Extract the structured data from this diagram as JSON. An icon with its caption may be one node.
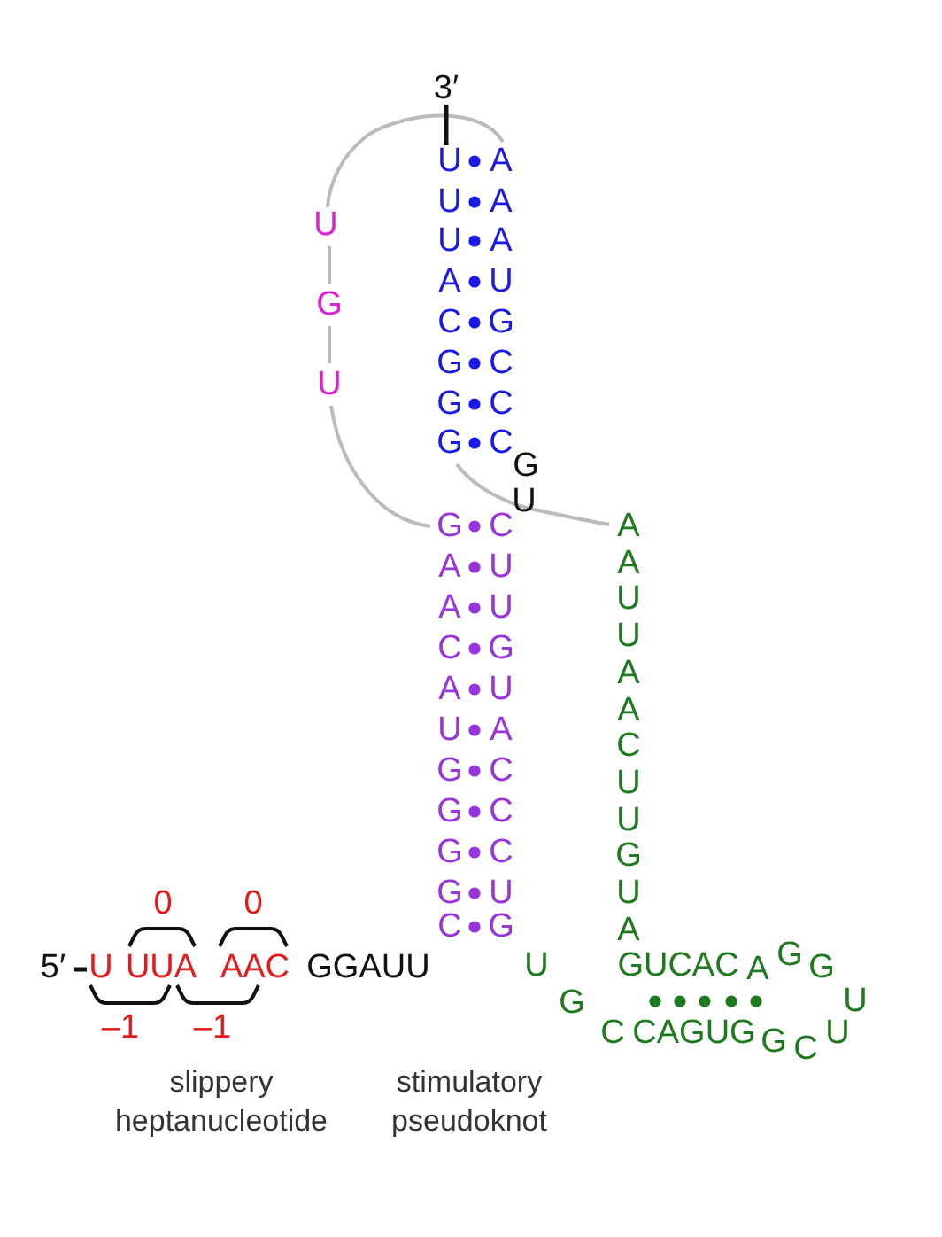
{
  "diagram": {
    "labels": [
      "3′",
      "U",
      "A",
      "U",
      "A",
      "U",
      "A",
      "A",
      "U",
      "C",
      "G",
      "G",
      "C",
      "G",
      "C",
      "G",
      "C",
      "U",
      "G",
      "U",
      "G",
      "U",
      "G",
      "C",
      "A",
      "U",
      "A",
      "U",
      "C",
      "G",
      "A",
      "U",
      "U",
      "A",
      "G",
      "C",
      "G",
      "C",
      "G",
      "C",
      "G",
      "U",
      "C",
      "G",
      "A",
      "A",
      "U",
      "U",
      "A",
      "A",
      "C",
      "U",
      "U",
      "G",
      "U",
      "A",
      "0",
      "0",
      "5′",
      "U",
      "UUA",
      "AAC",
      "GGAUU",
      "U",
      "GUCAC",
      "A",
      "G",
      "G",
      "G",
      "U",
      "–1",
      "–1",
      "C",
      "CAGUG",
      "G",
      "C",
      "U",
      "slippery heptanucleotide",
      "stimulatory pseudoknot"
    ]
  }
}
